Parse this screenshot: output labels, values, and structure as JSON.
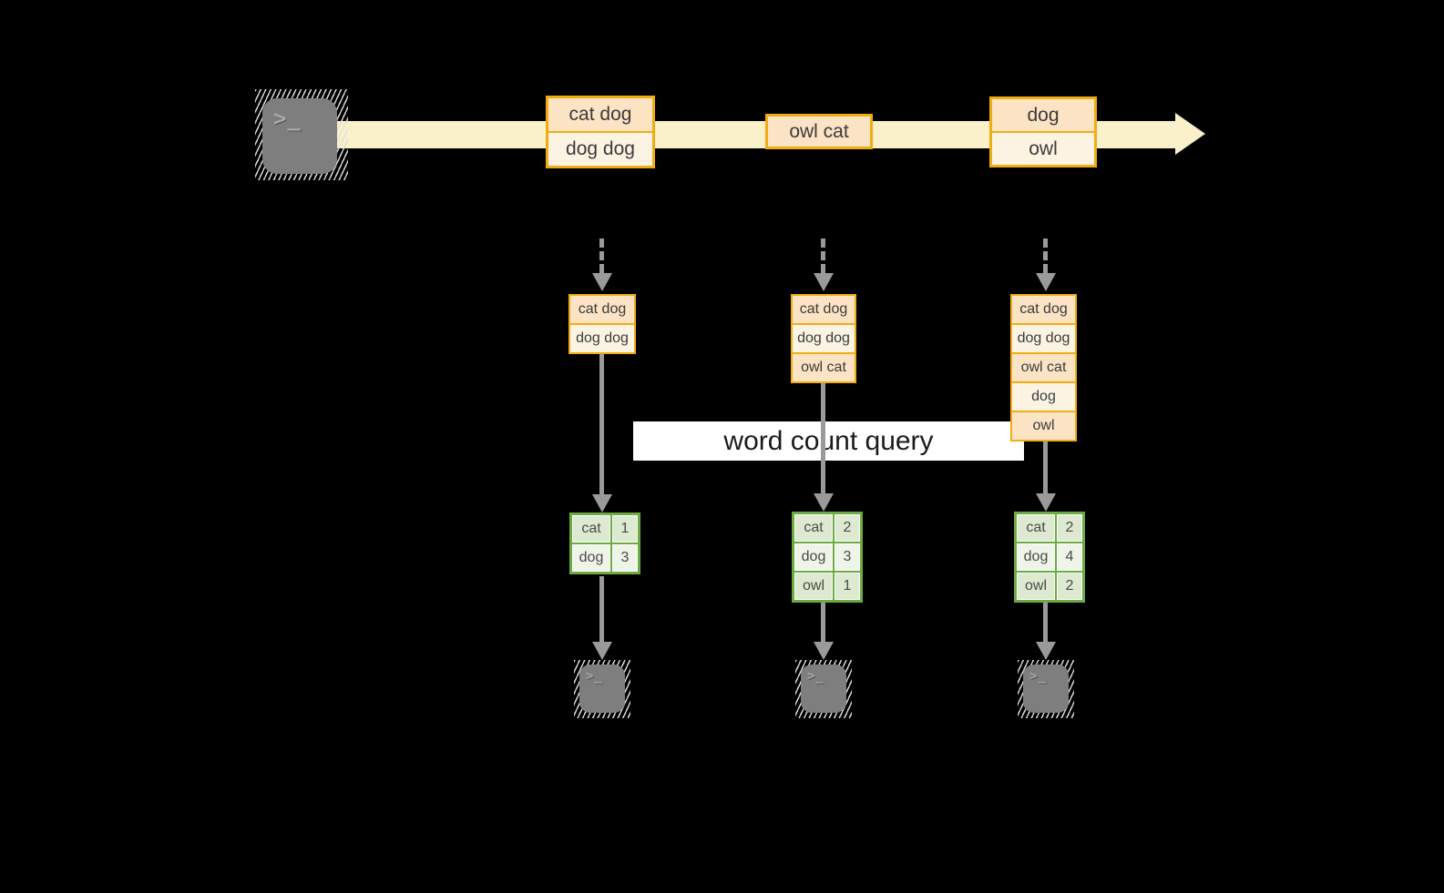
{
  "colors": {
    "background": "#000000",
    "stream_band": "#faf0ca",
    "event_border": "#f0ad12",
    "event_row_peach": "#fbe3c4",
    "event_row_cream": "#fdf3e3",
    "table_border": "#6cab44",
    "table_cell_dark": "#dde9d0",
    "table_cell_light": "#eef4e8",
    "arrow_gray": "#9a9a9a",
    "banner_bg": "#ffffff",
    "banner_text": "#1b1b1b",
    "terminal_gray": "#7e7e7e"
  },
  "icons": {
    "terminal_prompt": ">_"
  },
  "banner": {
    "label": "word count query"
  },
  "stream": {
    "events": [
      {
        "lines": [
          "cat dog",
          "dog dog"
        ]
      },
      {
        "lines": [
          "owl cat"
        ]
      },
      {
        "lines": [
          "dog",
          "owl"
        ]
      }
    ]
  },
  "columns": [
    {
      "accumulated": [
        "cat dog",
        "dog dog"
      ],
      "counts": [
        {
          "word": "cat",
          "count": "1"
        },
        {
          "word": "dog",
          "count": "3"
        }
      ]
    },
    {
      "accumulated": [
        "cat dog",
        "dog dog",
        "owl cat"
      ],
      "counts": [
        {
          "word": "cat",
          "count": "2"
        },
        {
          "word": "dog",
          "count": "3"
        },
        {
          "word": "owl",
          "count": "1"
        }
      ]
    },
    {
      "accumulated": [
        "cat dog",
        "dog dog",
        "owl cat",
        "dog",
        "owl"
      ],
      "counts": [
        {
          "word": "cat",
          "count": "2"
        },
        {
          "word": "dog",
          "count": "4"
        },
        {
          "word": "owl",
          "count": "2"
        }
      ]
    }
  ]
}
